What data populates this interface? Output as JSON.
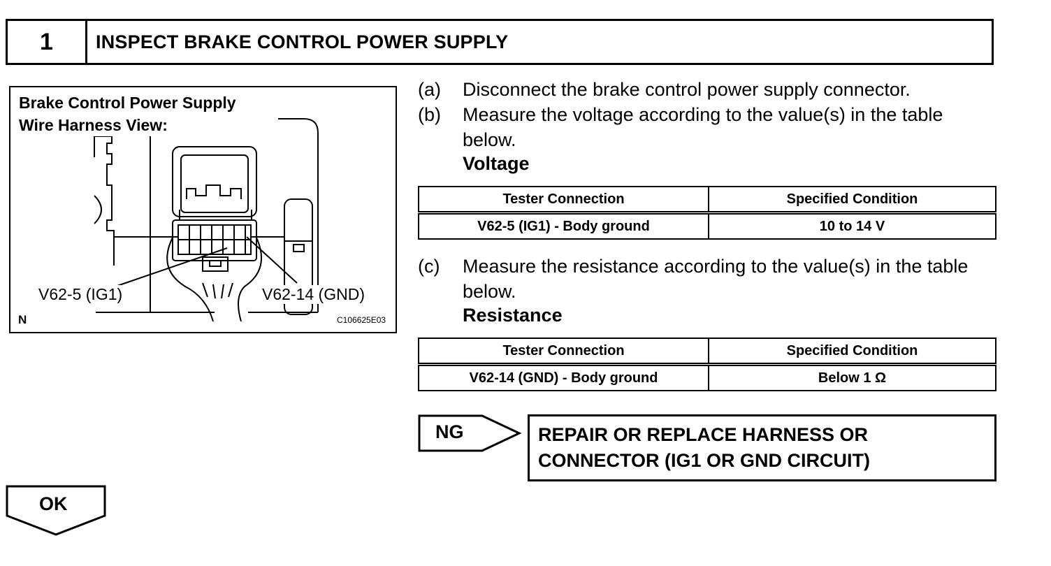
{
  "header": {
    "step_number": "1",
    "title": "INSPECT BRAKE CONTROL POWER SUPPLY"
  },
  "figure": {
    "title_line1": "Brake Control Power Supply",
    "title_line2": "Wire Harness View:",
    "label_left": "V62-5 (IG1)",
    "label_right": "V62-14 (GND)",
    "corner_mark": "N",
    "code": "C106625E03"
  },
  "steps": [
    {
      "letter": "(a)",
      "text": "Disconnect the brake control power supply connector."
    },
    {
      "letter": "(b)",
      "text": "Measure the voltage according to the value(s) in the table below."
    },
    {
      "letter": "(c)",
      "text": "Measure the resistance according to the value(s) in the table below."
    }
  ],
  "voltage": {
    "heading": "Voltage",
    "headers": [
      "Tester Connection",
      "Specified Condition"
    ],
    "rows": [
      [
        "V62-5 (IG1) - Body ground",
        "10 to 14 V"
      ]
    ]
  },
  "resistance": {
    "heading": "Resistance",
    "headers": [
      "Tester Connection",
      "Specified Condition"
    ],
    "rows": [
      [
        "V62-14 (GND) - Body ground",
        "Below 1 Ω"
      ]
    ]
  },
  "ng": {
    "label": "NG",
    "line1": "REPAIR OR REPLACE HARNESS OR",
    "line2": "CONNECTOR (IG1 OR GND CIRCUIT)"
  },
  "ok": {
    "label": "OK"
  }
}
